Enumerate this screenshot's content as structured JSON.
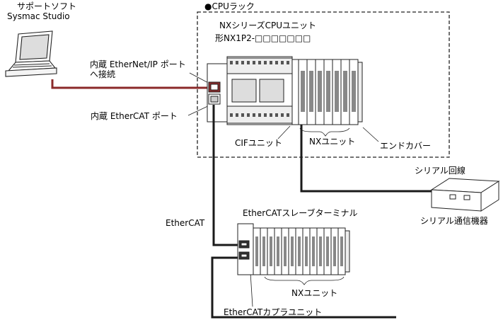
{
  "labels": {
    "software_line1": "サポートソフト",
    "software_line2": "Sysmac Studio",
    "cpu_rack": "●CPUラック",
    "cpu_unit_line1": "NXシリーズCPUユニット",
    "cpu_unit_line2": "形NX1P2-□□□□□□□",
    "ethernet_port_line1": "内蔵 EtherNet/IP ポート",
    "ethernet_port_line2": "へ接続",
    "ethercat_port": "内蔵 EtherCAT ポート",
    "cif_unit": "CIFユニット",
    "nx_unit_rack": "NXユニット",
    "end_cover": "エンドカバー",
    "serial_line": "シリアル回線",
    "serial_device": "シリアル通信機器",
    "ethercat": "EtherCAT",
    "ethercat_slave": "EtherCATスレーブターミナル",
    "nx_unit_slave": "NXユニット",
    "coupler_unit": "EtherCATカプラユニット"
  },
  "colors": {
    "ethernet_cable": "#8b2a2a",
    "ethercat_cable": "#1a1a1a",
    "serial_cable": "#1a1a1a",
    "outline": "#222222"
  }
}
